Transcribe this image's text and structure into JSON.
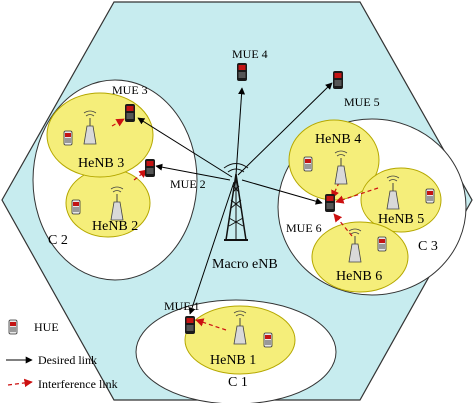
{
  "colors": {
    "cell_fill": "#c7ecef",
    "cell_stroke": "#333333",
    "cluster_fill": "#ffffff",
    "femto_fill": "#f5ee7a",
    "femto_stroke": "#b5a800",
    "desired_link": "#000000",
    "interference_link": "#cc1010",
    "phone_body": "#1a1a1a",
    "phone_red": "#c41414"
  },
  "labels": {
    "macro": "Macro eNB",
    "mue1": "MUE 1",
    "mue2": "MUE 2",
    "mue3": "MUE 3",
    "mue4": "MUE 4",
    "mue5": "MUE 5",
    "mue6": "MUE 6",
    "henb1": "HeNB 1",
    "henb2": "HeNB 2",
    "henb3": "HeNB 3",
    "henb4": "HeNB 4",
    "henb5": "HeNB 5",
    "henb6": "HeNB 6",
    "c1": "C 1",
    "c2": "C 2",
    "c3": "C 3"
  },
  "legend": {
    "hue": "HUE",
    "desired": "Desired link",
    "interference": "Interference link"
  },
  "icons": [
    "macro-tower-icon",
    "femto-base-station-icon",
    "macro-phone-icon",
    "home-phone-icon"
  ]
}
